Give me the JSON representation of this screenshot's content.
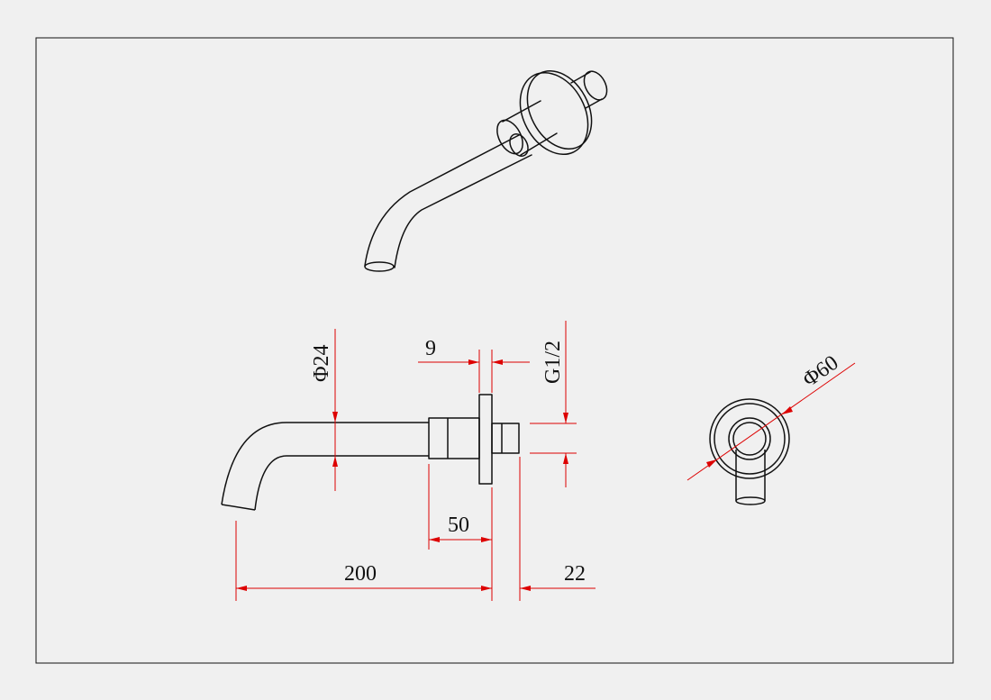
{
  "colors": {
    "background": "#f0f0f0",
    "outline": "#111111",
    "dimension": "#dd0000"
  },
  "dimensions": {
    "pipe_diameter": "Φ24",
    "flange_thickness": "9",
    "thread": "G1/2",
    "sleeve_length": "50",
    "spout_length": "200",
    "inlet_length": "22",
    "flange_diameter": "Φ60"
  }
}
